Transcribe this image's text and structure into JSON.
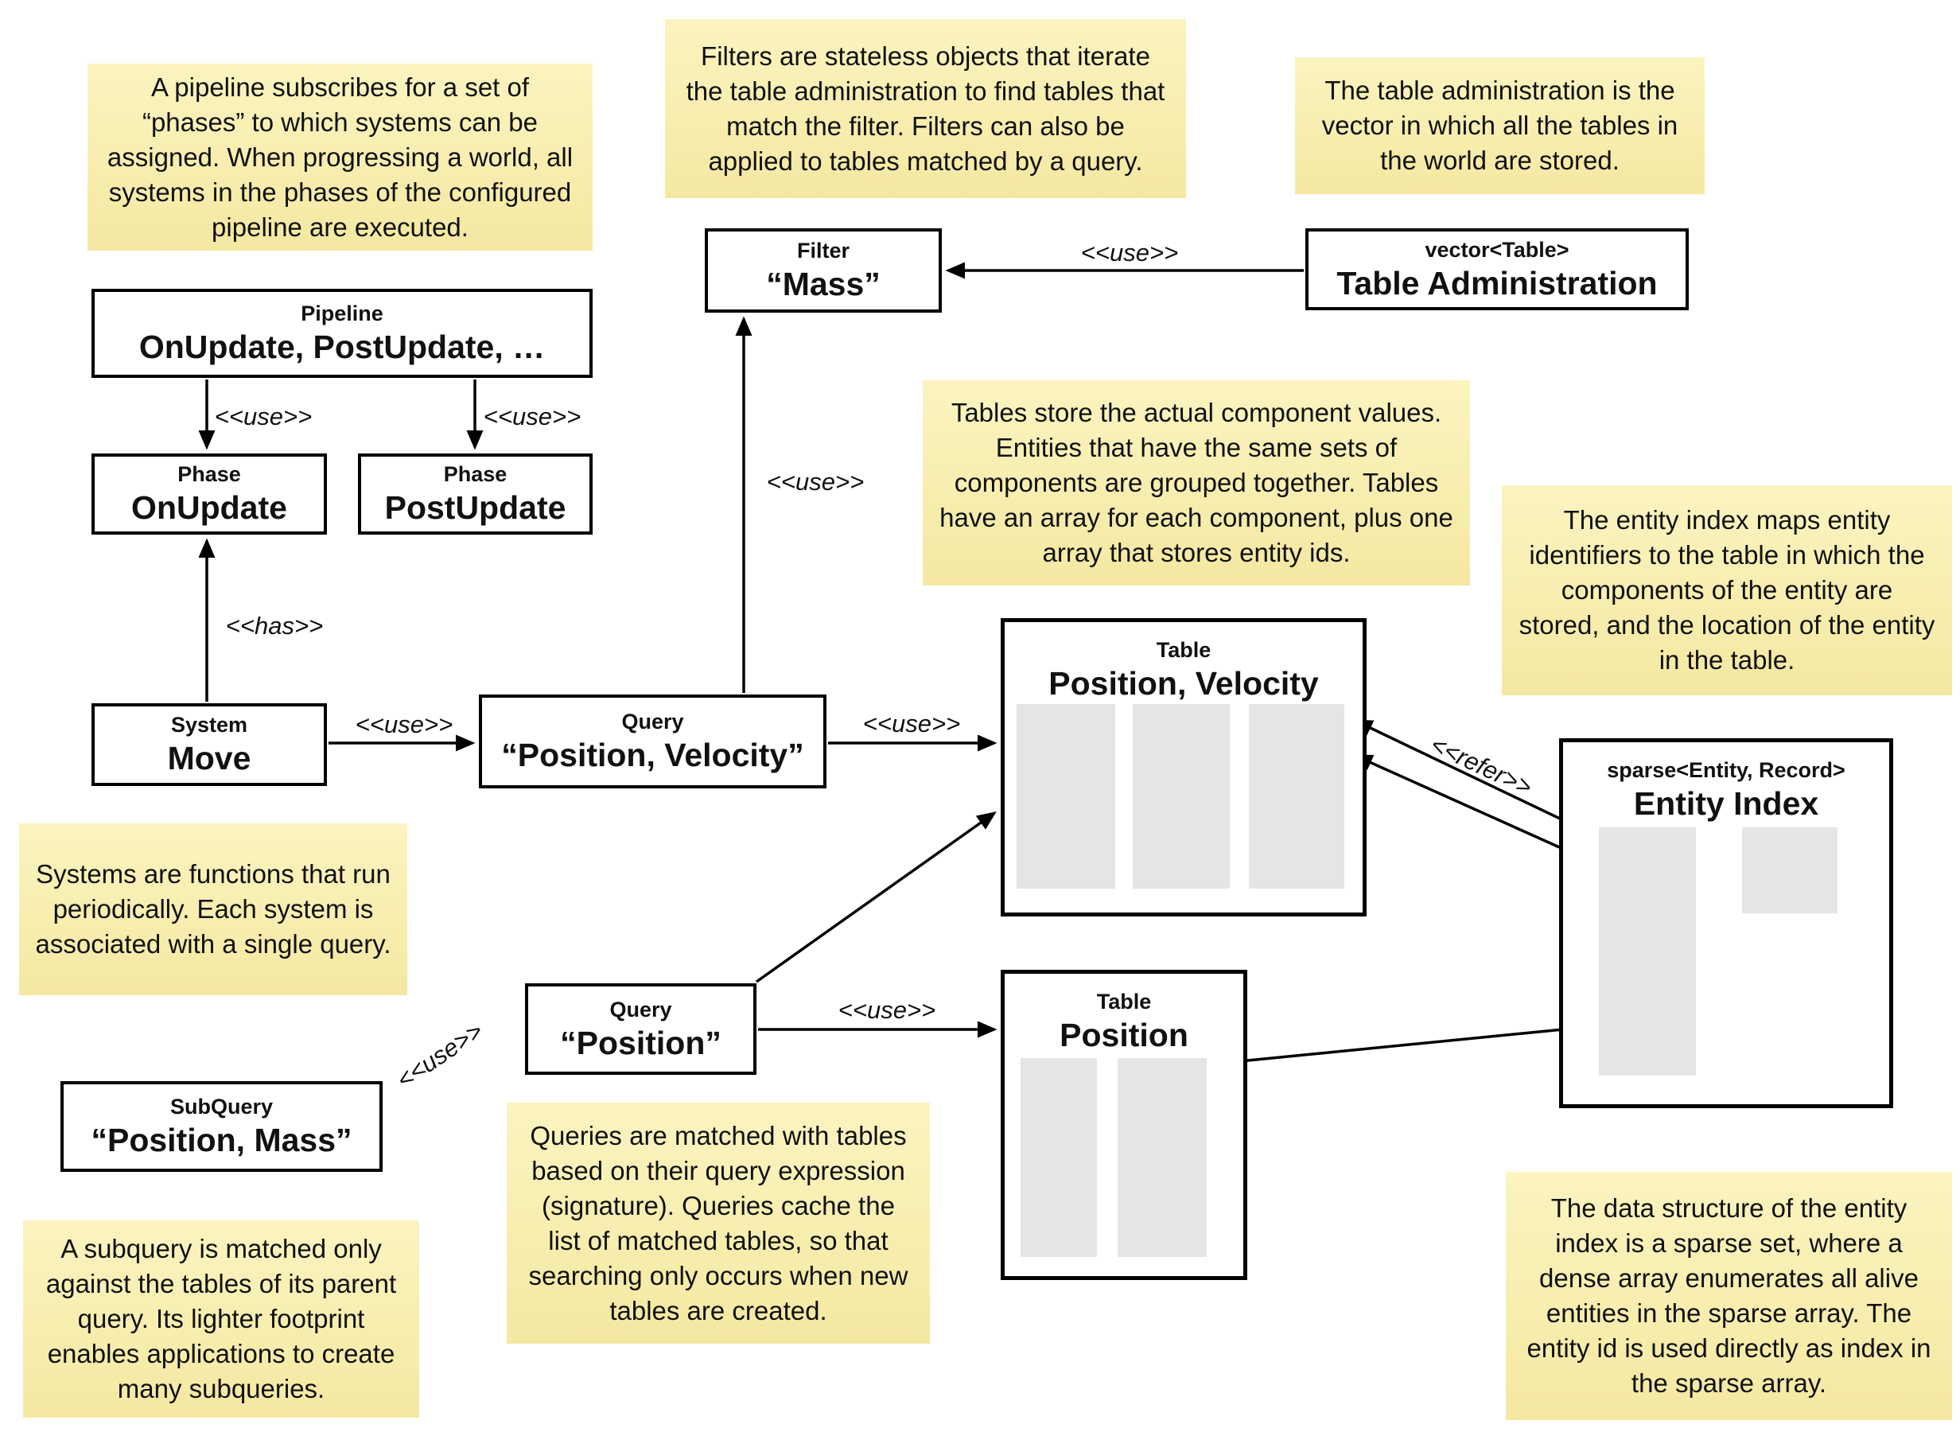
{
  "colors": {
    "note_gradient_top": "#FBF4C0",
    "note_gradient_bottom": "#F4E8A1",
    "box_border": "#000000",
    "array_fill": "#E5E5E5",
    "canvas_bg": "#FFFFFF",
    "text": "#111111"
  },
  "notes": {
    "pipeline": "A pipeline subscribes for a set of “phases” to which systems can be assigned. When progressing a world, all systems in the phases of the configured pipeline are executed.",
    "filters": "Filters are stateless objects that iterate the table administration to find tables that match the filter. Filters can also be applied to tables matched by a query.",
    "table_admin": "The table administration is the vector in which all the tables in the world are stored.",
    "tables": "Tables store the actual component values. Entities that have the same sets of components are grouped together. Tables have an array for each component, plus one array that stores entity ids.",
    "entity_index": "The entity index maps entity identifiers to the table in which the components of the entity are stored, and the location of the entity in the table.",
    "systems": "Systems are functions that run periodically. Each system is associated with a single query.",
    "queries": "Queries are matched with tables based on their query expression (signature). Queries cache the list of matched tables, so that searching only occurs when new tables are created.",
    "subquery": "A subquery is matched only against the tables of its parent query. Its lighter footprint enables applications to create many subqueries.",
    "sparse_set": "The data structure of the entity index is a sparse set, where a dense array enumerates all alive entities in the sparse array. The entity id is used directly as index in the sparse array."
  },
  "boxes": {
    "pipeline": {
      "title": "Pipeline",
      "value": "OnUpdate, PostUpdate, …"
    },
    "phase_onupdate": {
      "title": "Phase",
      "value": "OnUpdate"
    },
    "phase_postupdate": {
      "title": "Phase",
      "value": "PostUpdate"
    },
    "system_move": {
      "title": "System",
      "value": "Move"
    },
    "query_pos_vel": {
      "title": "Query",
      "value": "“Position, Velocity”"
    },
    "filter_mass": {
      "title": "Filter",
      "value": "“Mass”"
    },
    "table_admin": {
      "title": "vector<Table>",
      "value": "Table Administration"
    },
    "table_pos_vel": {
      "title": "Table",
      "value": "Position, Velocity"
    },
    "table_pos": {
      "title": "Table",
      "value": "Position"
    },
    "entity_index": {
      "title": "sparse<Entity, Record>",
      "value": "Entity Index"
    },
    "query_pos": {
      "title": "Query",
      "value": "“Position”"
    },
    "subquery": {
      "title": "SubQuery",
      "value": "“Position, Mass”"
    }
  },
  "edge_labels": {
    "use": "<<use>>",
    "has": "<<has>>",
    "refer": "<<refer>>"
  }
}
